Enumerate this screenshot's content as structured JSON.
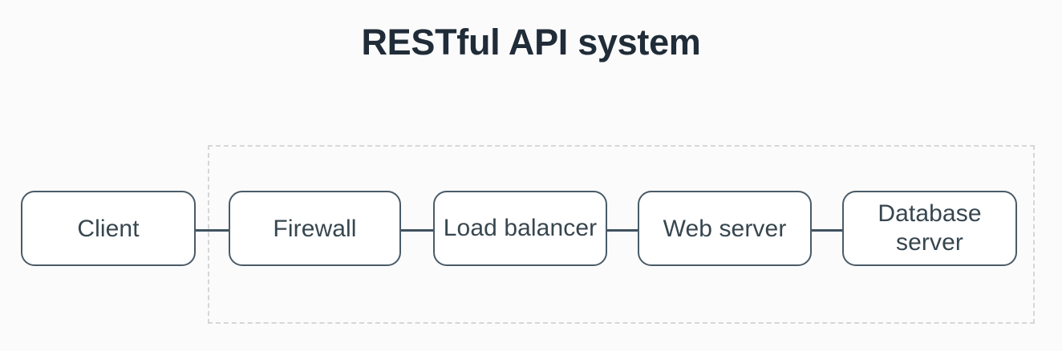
{
  "diagram": {
    "title": "RESTful API system",
    "type": "flow-diagram",
    "colors": {
      "background": "#fbfbfb",
      "title_text": "#202c38",
      "node_border": "#4a5b67",
      "node_fill": "#ffffff",
      "node_text": "#37464f",
      "connector": "#3f5260",
      "boundary_dashed": "#d6d6d6"
    },
    "nodes": [
      {
        "id": "client",
        "label": "Client",
        "inside_boundary": false
      },
      {
        "id": "firewall",
        "label": "Firewall",
        "inside_boundary": true
      },
      {
        "id": "load-balancer",
        "label": "Load balancer",
        "inside_boundary": true
      },
      {
        "id": "web-server",
        "label": "Web server",
        "inside_boundary": true
      },
      {
        "id": "database",
        "label": "Database server",
        "inside_boundary": true
      }
    ],
    "connections": [
      {
        "from": "client",
        "to": "firewall"
      },
      {
        "from": "firewall",
        "to": "load-balancer"
      },
      {
        "from": "load-balancer",
        "to": "web-server"
      },
      {
        "from": "web-server",
        "to": "database"
      }
    ],
    "boundary": {
      "style": "dashed",
      "label": "",
      "contains": [
        "firewall",
        "load-balancer",
        "web-server",
        "database"
      ]
    }
  }
}
